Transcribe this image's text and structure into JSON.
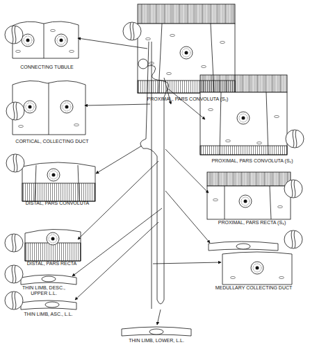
{
  "diagram": {
    "labels": [
      "CONNECTING TUBULE",
      "PROXIMAL, PARS CONVOLUTA (S₁)",
      "CORTICAL, COLLECTING DUCT",
      "PROXIMAL, PARS CONVOLUTA (S₂)",
      "DISTAL, PARS CONVOLUTA",
      "PROXIMAL, PARS RECTA (S₃)",
      "DISTAL, PARS RECTA",
      "THIN LIMB, DESC., UPPER L.L.",
      "THIN LIMB, ASC., L.L.",
      "MEDULLARY COLLECTING DUCT",
      "THIN LIMB, LOWER, L.L."
    ]
  }
}
